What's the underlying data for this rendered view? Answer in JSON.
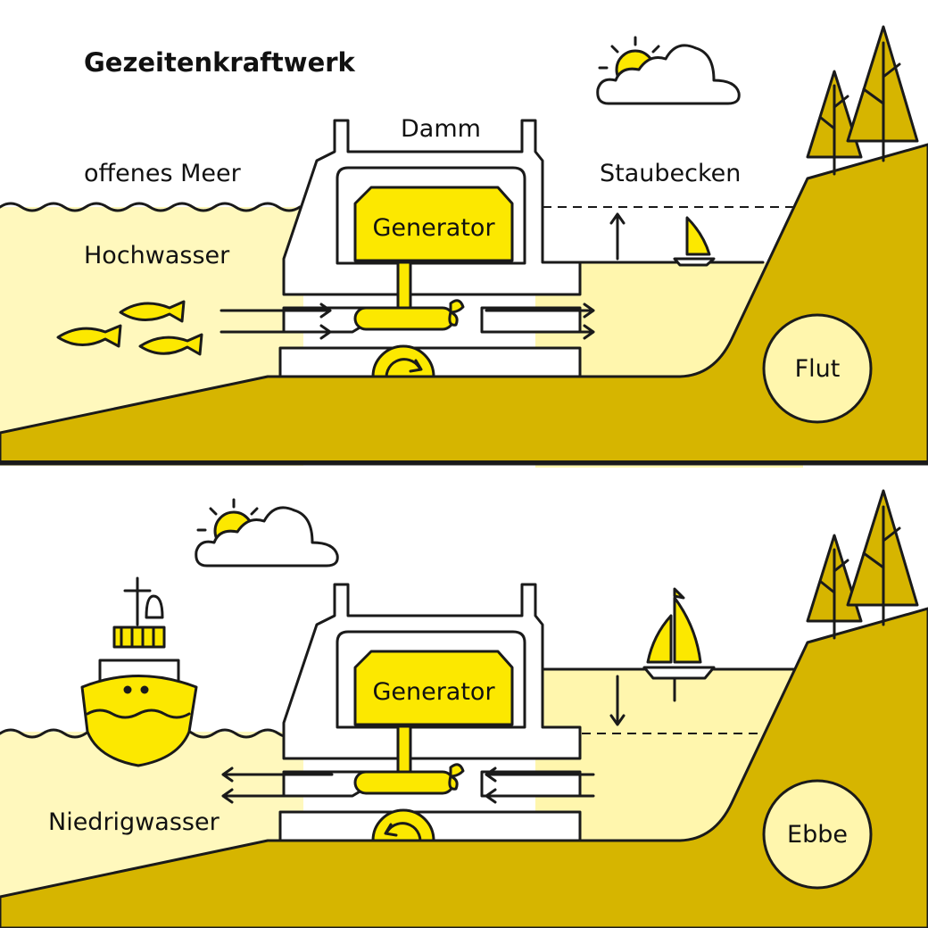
{
  "title": "Gezeitenkraftwerk",
  "colors": {
    "water_sea": "#fff8bd",
    "water_basin": "#fff6ad",
    "ground": "#d6b500",
    "yellow": "#fce800",
    "ink": "#1a1a1a",
    "background": "#ffffff"
  },
  "top": {
    "dam_label": "Damm",
    "sea_label": "offenes Meer",
    "basin_label": "Staubecken",
    "generator_label": "Generator",
    "water_state_label": "Hochwasser",
    "tide_label": "Flut"
  },
  "bottom": {
    "generator_label": "Generator",
    "water_state_label": "Niedrigwasser",
    "tide_label": "Ebbe"
  },
  "icons": [
    "sun-icon",
    "cloud-icon",
    "tree-icon",
    "sailboat-icon",
    "fish-icon",
    "ship-icon",
    "turbine-icon",
    "rotation-icon",
    "flow-arrow-icon"
  ]
}
